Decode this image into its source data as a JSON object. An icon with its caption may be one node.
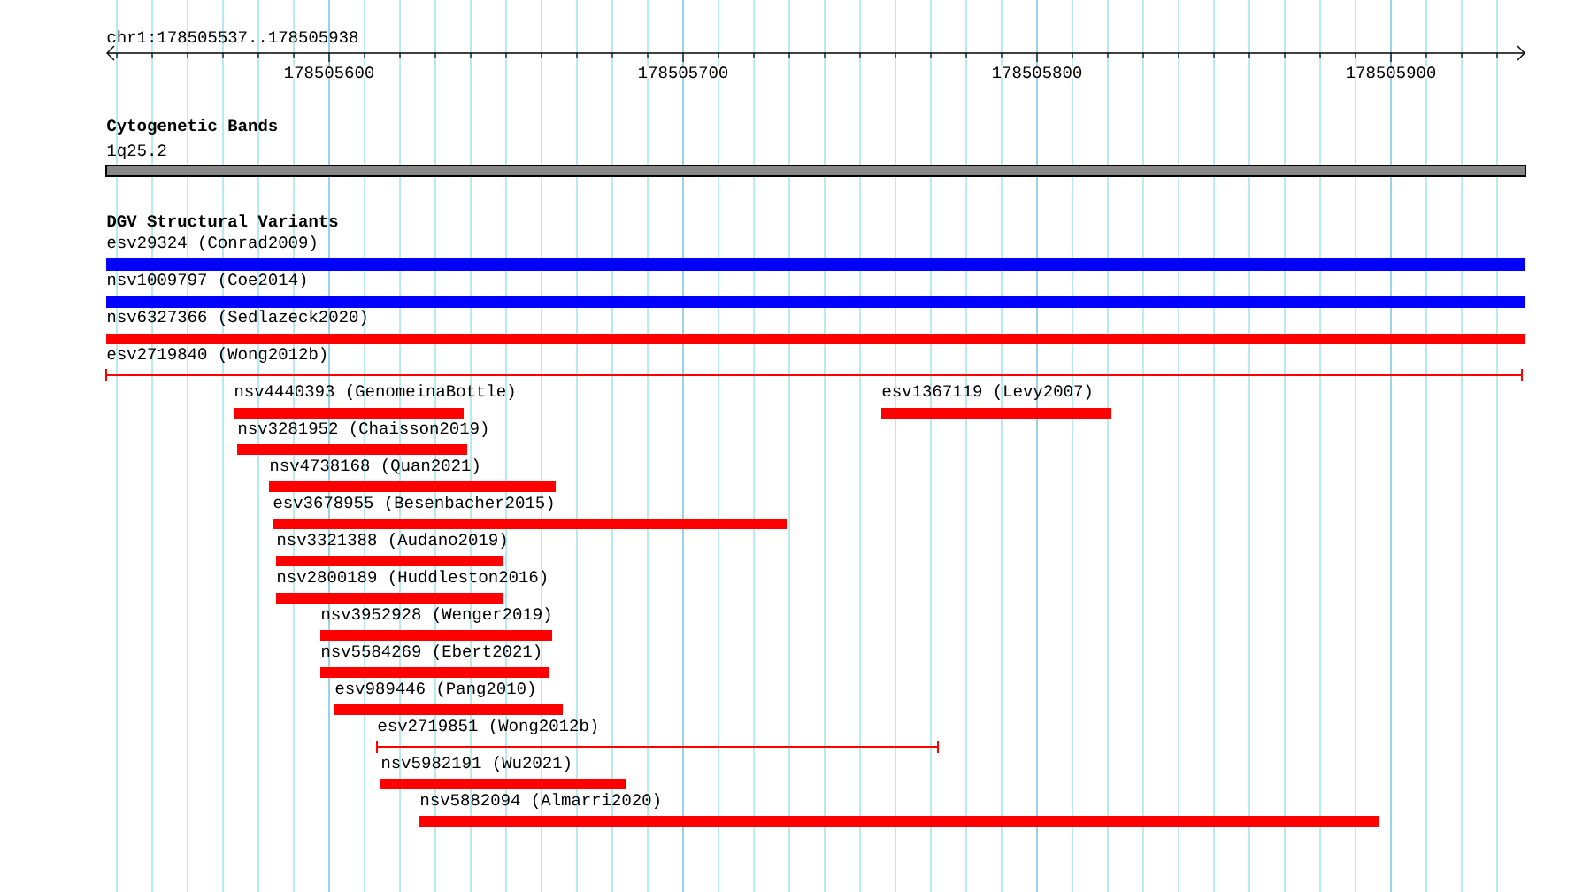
{
  "diagram": {
    "labels": [
      "chr1:178505537..178505938",
      "178505600",
      "178505700",
      "178505800",
      "178505900",
      "Cytogenetic Bands",
      "1q25.2",
      "DGV Structural Variants",
      "esv29324 (Conrad2009)",
      "nsv1009797 (Coe2014)",
      "nsv6327366 (Sedlazeck2020)",
      "esv2719840 (Wong2012b)",
      "nsv4440393 (GenomeinaBottle)",
      "esv1367119 (Levy2007)",
      "nsv3281952 (Chaisson2019)",
      "nsv4738168 (Quan2021)",
      "esv3678955 (Besenbacher2015)",
      "nsv3321388 (Audano2019)",
      "nsv2800189 (Huddleston2016)",
      "nsv3952928 (Wenger2019)",
      "nsv5584269 (Ebert2021)",
      "esv989446 (Pang2010)",
      "esv2719851 (Wong2012b)",
      "nsv5982191 (Wu2021)",
      "nsv5882094 (Almarri2020)"
    ]
  }
}
